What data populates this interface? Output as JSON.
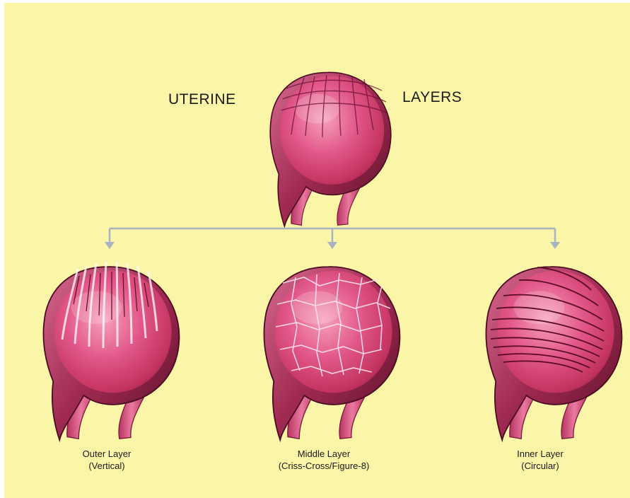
{
  "title": {
    "left_word": "UTERINE",
    "right_word": "LAYERS"
  },
  "layers": [
    {
      "name": "Outer Layer",
      "fiber": "(Vertical)"
    },
    {
      "name": "Middle Layer",
      "fiber": "(Criss-Cross/Figure-8)"
    },
    {
      "name": "Inner Layer",
      "fiber": "(Circular)"
    }
  ],
  "colors": {
    "background": "#fbf5a8",
    "tissue": "#e05080",
    "tissue_dark": "#7a1b3c",
    "connector": "#a9b2c2"
  }
}
